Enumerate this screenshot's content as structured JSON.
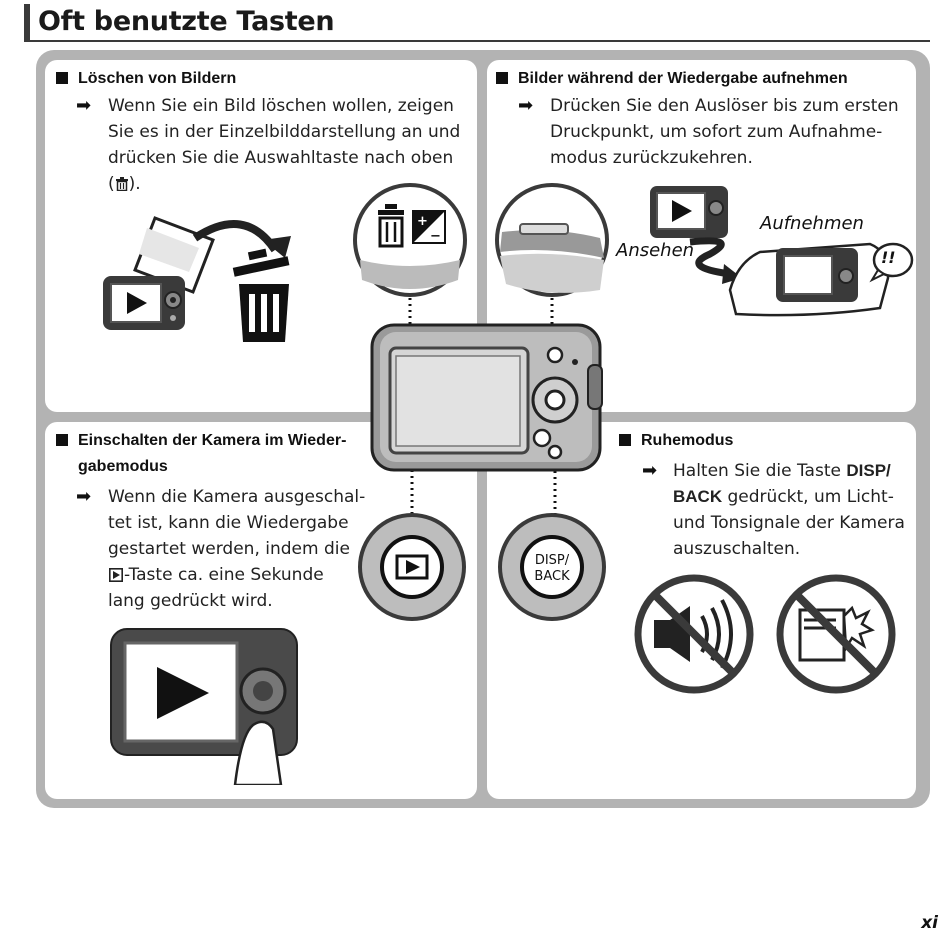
{
  "page": {
    "title": "Oft benutzte Tasten",
    "page_number": "xi"
  },
  "sections": {
    "delete": {
      "heading": "Löschen von Bildern",
      "lines": [
        "Wenn Sie ein Bild löschen wollen, zeigen",
        "Sie es in der Einzelbilddarstellung an und",
        "drücken Sie die Auswahltaste nach oben",
        "(",
        ")."
      ]
    },
    "shoot": {
      "heading": "Bilder während der Wiedergabe aufnehmen",
      "lines": [
        "Drücken Sie den Auslöser bis zum ersten",
        "Druckpunkt, um sofort zum Aufnahme-",
        "modus zurückzukehren."
      ],
      "caption_view": "Ansehen",
      "caption_shoot": "Aufnehmen",
      "bubble": "!!"
    },
    "power_on": {
      "heading_lines": [
        "Einschalten der Kamera im Wieder-",
        "gabemodus"
      ],
      "lines": [
        "Wenn die Kamera ausgeschal-",
        "tet ist, kann die Wiedergabe",
        "gestartet werden, indem die",
        "-Taste ca. eine Sekunde",
        "lang gedrückt wird."
      ]
    },
    "silent": {
      "heading": "Ruhemodus",
      "line1_prefix": "Halten Sie die Taste ",
      "line1_bold": "DISP/",
      "line2_bold": "BACK",
      "line2_rest": " gedrückt, um Licht-",
      "lines": [
        "und Tonsignale der Kamera",
        "auszuschalten."
      ]
    }
  },
  "center": {
    "disp_label_1": "DISP/",
    "disp_label_2": "BACK"
  },
  "colors": {
    "frame": "#b3b3b3",
    "camera_body": "#8c8c8c",
    "dark": "#2b2b2b",
    "lens_ring": "#cfcfcf"
  },
  "icons": {
    "arrow": "right-arrow-icon",
    "trash": "trash-icon",
    "exposure": "exposure-compensation-icon",
    "playback": "playback-icon",
    "no_sound": "no-sound-icon",
    "no_light": "no-light-icon"
  }
}
